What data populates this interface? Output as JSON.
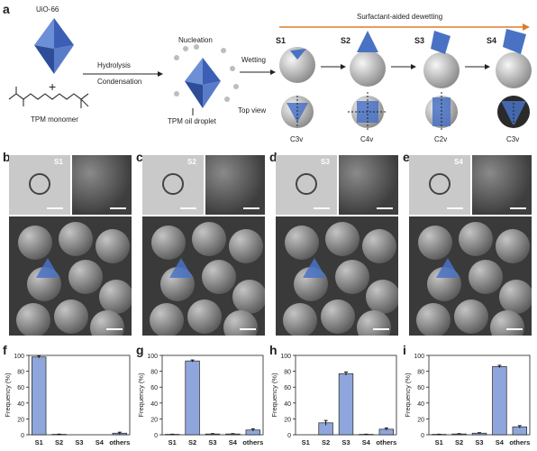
{
  "panel_a": {
    "label": "a",
    "uio_label": "UiO-66",
    "plus": "+",
    "monomer_label": "TPM monomer",
    "hydrolysis": "Hydrolysis",
    "condensation": "Condensation",
    "nucleation": "Nucleation",
    "droplet_label": "TPM oil droplet",
    "wetting": "Wetting",
    "dewetting": "Surfactant-aided dewetting",
    "top_view": "Top view",
    "stages": [
      "S1",
      "S2",
      "S3",
      "S4"
    ],
    "symmetries": [
      "C3v",
      "C4v",
      "C2v",
      "C3v"
    ],
    "accent_color": "#e07b28",
    "crystal_color": "#4a72c4"
  },
  "panels_micro": [
    {
      "label": "b",
      "stage": "S1"
    },
    {
      "label": "c",
      "stage": "S2"
    },
    {
      "label": "d",
      "stage": "S3"
    },
    {
      "label": "e",
      "stage": "S4"
    }
  ],
  "chart_data": [
    {
      "type": "bar",
      "panel": "f",
      "categories": [
        "S1",
        "S2",
        "S3",
        "S4",
        "others"
      ],
      "values": [
        98,
        0.5,
        0,
        0,
        2
      ],
      "errors": [
        1.5,
        0.3,
        0,
        0,
        1.2
      ],
      "ylabel": "Frequency (%)",
      "ylim": [
        0,
        100
      ],
      "yticks": [
        0,
        20,
        40,
        60,
        80,
        100
      ],
      "bar_color": "#8fa6dc"
    },
    {
      "type": "bar",
      "panel": "g",
      "categories": [
        "S1",
        "S2",
        "S3",
        "S4",
        "others"
      ],
      "values": [
        0.5,
        93,
        1,
        1,
        6
      ],
      "errors": [
        0.2,
        1.2,
        0.4,
        0.4,
        1.5
      ],
      "ylabel": "Frequency (%)",
      "ylim": [
        0,
        100
      ],
      "yticks": [
        0,
        20,
        40,
        60,
        80,
        100
      ],
      "bar_color": "#8fa6dc"
    },
    {
      "type": "bar",
      "panel": "h",
      "categories": [
        "S1",
        "S2",
        "S3",
        "S4",
        "others"
      ],
      "values": [
        0,
        15,
        77,
        0.5,
        7
      ],
      "errors": [
        0,
        3,
        2,
        0.2,
        1.5
      ],
      "ylabel": "Frequency (%)",
      "ylim": [
        0,
        100
      ],
      "yticks": [
        0,
        20,
        40,
        60,
        80,
        100
      ],
      "bar_color": "#8fa6dc"
    },
    {
      "type": "bar",
      "panel": "i",
      "categories": [
        "S1",
        "S2",
        "S3",
        "S4",
        "others"
      ],
      "values": [
        0.5,
        1,
        2,
        86,
        10
      ],
      "errors": [
        0.2,
        0.4,
        0.6,
        1.5,
        1.5
      ],
      "ylabel": "Frequency (%)",
      "ylim": [
        0,
        100
      ],
      "yticks": [
        0,
        20,
        40,
        60,
        80,
        100
      ],
      "bar_color": "#8fa6dc"
    }
  ]
}
